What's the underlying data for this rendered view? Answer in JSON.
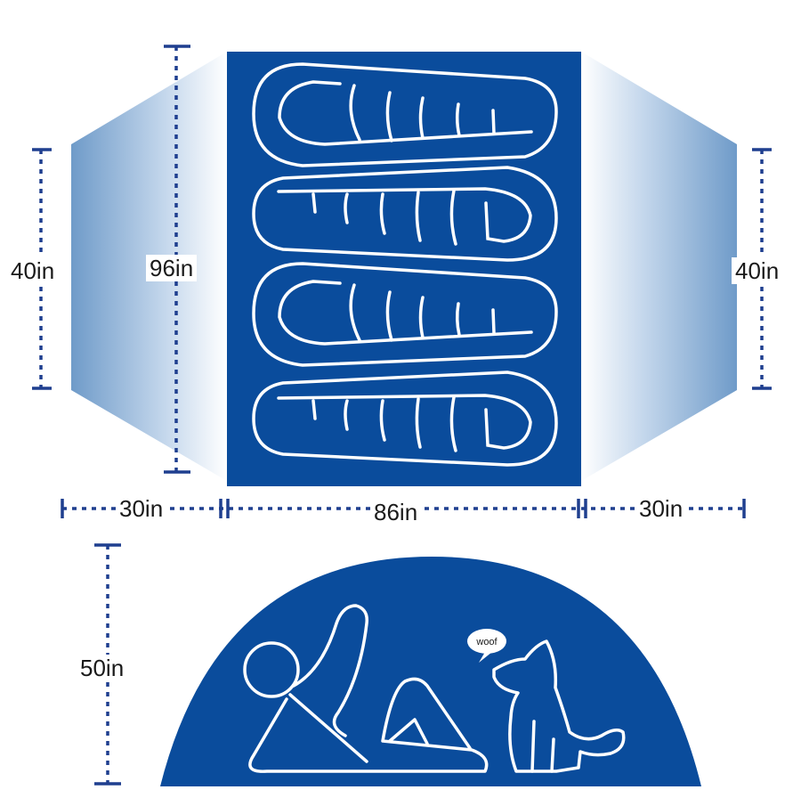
{
  "floor_plan": {
    "vestibule_left": {
      "height_label": "40in",
      "depth_label": "30in"
    },
    "vestibule_right": {
      "height_label": "40in",
      "depth_label": "30in"
    },
    "body": {
      "length_label": "96in",
      "width_label": "86in"
    },
    "sleeping_bags": 4
  },
  "side_profile": {
    "height_label": "50in",
    "speech_bubble": "woof"
  },
  "colors": {
    "tent_blue": "#0a4c9c",
    "vestibule_gradient_dark": "#6f9bc9",
    "dimension_line": "#1f3f8f",
    "outline": "#ffffff"
  }
}
